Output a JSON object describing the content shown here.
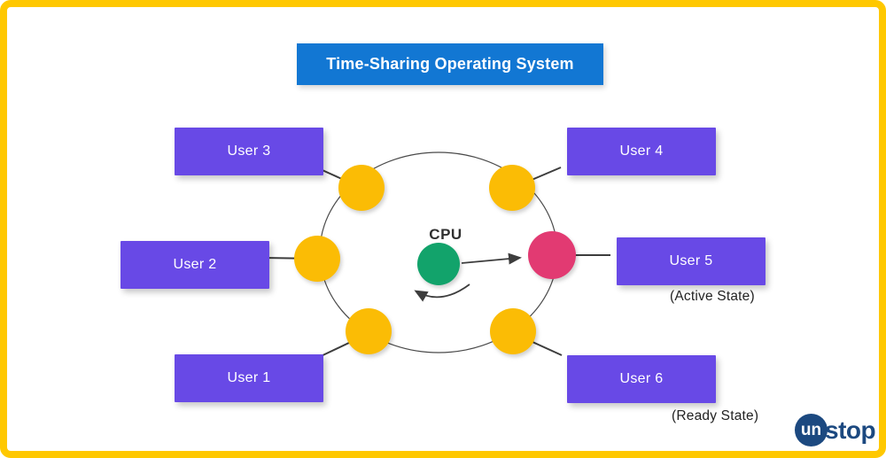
{
  "title": "Time-Sharing Operating System",
  "cpu_label": "CPU",
  "users": [
    {
      "label": "User 1"
    },
    {
      "label": "User 2"
    },
    {
      "label": "User 3"
    },
    {
      "label": "User 4"
    },
    {
      "label": "User 5"
    },
    {
      "label": "User 6"
    }
  ],
  "states": {
    "active": "(Active State)",
    "ready": "(Ready State)"
  },
  "logo": {
    "prefix": "un",
    "suffix": "stop"
  },
  "colors": {
    "frame-yellow": "#FFC800",
    "title-blue": "#1277D3",
    "box-purple": "#6849E6",
    "node-yellow": "#FBBC05",
    "node-pink": "#E23A72",
    "node-green": "#12A36B",
    "logo-navy": "#1C4980",
    "line-dark": "#3D3D3D"
  }
}
